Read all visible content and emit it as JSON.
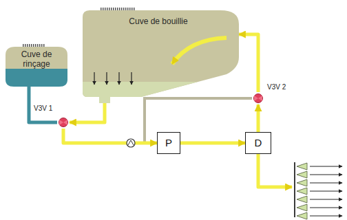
{
  "diagram": {
    "nodes": [
      {
        "text": [
          "Cuve de bouillie"
        ]
      },
      {
        "text": [
          "Cuve de rinçage"
        ]
      },
      {
        "text": [
          "V3V 1"
        ]
      },
      {
        "text": [
          "P"
        ]
      },
      {
        "text": [
          "D"
        ]
      },
      {
        "text": [
          "V3V 2"
        ]
      }
    ],
    "edges": [
      {
        "from": 1,
        "to": 2,
        "arrow": "none"
      },
      {
        "from": 0,
        "to": 2,
        "arrow": "to"
      },
      {
        "from": 2,
        "to": 3,
        "arrow": "to"
      },
      {
        "from": 3,
        "to": 4,
        "arrow": "to"
      },
      {
        "from": 4,
        "to": 5,
        "arrow": "to"
      },
      {
        "from": 5,
        "to": 0,
        "arrow": "to"
      }
    ]
  }
}
